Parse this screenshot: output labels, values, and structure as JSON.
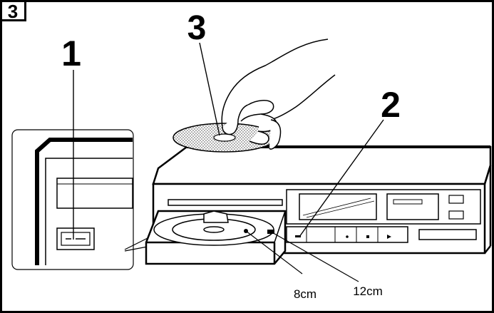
{
  "corner_badge": "3",
  "callouts": {
    "step_1": "1",
    "step_2": "2",
    "step_3": "3"
  },
  "disc_sizes": {
    "small": "8cm",
    "large": "12cm"
  },
  "colors": {
    "ink": "#000000",
    "paper": "#ffffff",
    "disc_stipple": "#bdbdbd"
  }
}
